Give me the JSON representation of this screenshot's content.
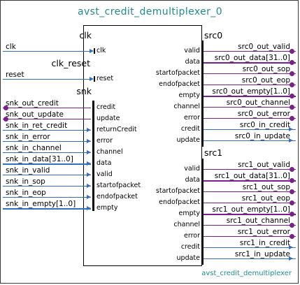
{
  "title": "avst_credit_demultiplexer_0",
  "footer": "avst_credit_demultiplexer",
  "interfaces": {
    "clk": "clk",
    "clk_reset": "clk_reset",
    "snk": "snk",
    "src0": "src0",
    "src1": "src1"
  },
  "left_ports": {
    "clk": {
      "ext": "clk",
      "pin": "clk"
    },
    "reset": {
      "ext": "reset",
      "pin": "reset"
    },
    "snk": [
      {
        "ext": "snk_out_credit",
        "pin": "credit"
      },
      {
        "ext": "snk_out_update",
        "pin": "update"
      },
      {
        "ext": "snk_in_ret_credit",
        "pin": "returnCredit"
      },
      {
        "ext": "snk_in_error",
        "pin": "error"
      },
      {
        "ext": "snk_in_channel",
        "pin": "channel"
      },
      {
        "ext": "snk_in_data[31..0]",
        "pin": "data"
      },
      {
        "ext": "snk_in_valid",
        "pin": "valid"
      },
      {
        "ext": "snk_in_sop",
        "pin": "startofpacket"
      },
      {
        "ext": "snk_in_eop",
        "pin": "endofpacket"
      },
      {
        "ext": "snk_in_empty[1..0]",
        "pin": "empty"
      }
    ]
  },
  "src0": [
    {
      "pin": "valid",
      "ext": "src0_out_valid"
    },
    {
      "pin": "data",
      "ext": "src0_out_data[31..0]"
    },
    {
      "pin": "startofpacket",
      "ext": "src0_out_sop"
    },
    {
      "pin": "endofpacket",
      "ext": "src0_out_eop"
    },
    {
      "pin": "empty",
      "ext": "src0_out_empty[1..0]"
    },
    {
      "pin": "channel",
      "ext": "src0_out_channel"
    },
    {
      "pin": "error",
      "ext": "src0_out_error"
    },
    {
      "pin": "credit",
      "ext": "src0_in_credit"
    },
    {
      "pin": "update",
      "ext": "src0_in_update"
    }
  ],
  "src1": [
    {
      "pin": "valid",
      "ext": "src1_out_valid"
    },
    {
      "pin": "data",
      "ext": "src1_out_data[31..0]"
    },
    {
      "pin": "startofpacket",
      "ext": "src1_out_sop"
    },
    {
      "pin": "endofpacket",
      "ext": "src1_out_eop"
    },
    {
      "pin": "empty",
      "ext": "src1_out_empty[1..0]"
    },
    {
      "pin": "channel",
      "ext": "src1_out_channel"
    },
    {
      "pin": "error",
      "ext": "src1_out_error"
    },
    {
      "pin": "credit",
      "ext": "src1_in_credit"
    },
    {
      "pin": "update",
      "ext": "src1_in_update"
    }
  ],
  "colors": {
    "title": "#1f8c8c",
    "input_wire": "#2f6fc4",
    "output_wire": "#7b1e8e"
  }
}
